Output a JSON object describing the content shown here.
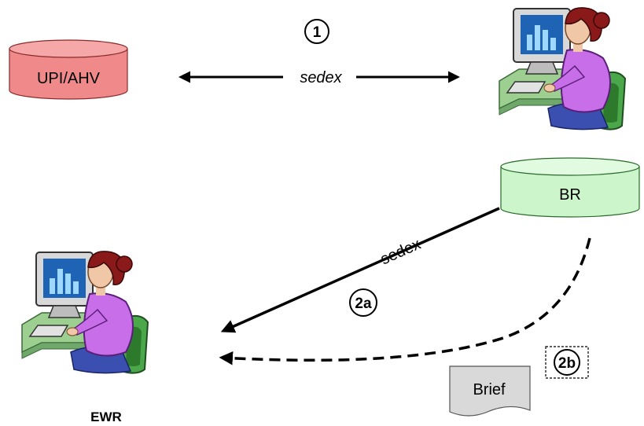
{
  "nodes": {
    "upi": {
      "label": "UPI/AHV",
      "fill": "#f08a8a"
    },
    "br": {
      "label": "BR",
      "fill": "#ccf5cc"
    },
    "ewr": {
      "label": "EWR"
    }
  },
  "connectors": {
    "top": {
      "label": "sedex",
      "step": "1"
    },
    "diagonal": {
      "label": "sedex",
      "step": "2a"
    },
    "dashed": {
      "step": "2b"
    }
  },
  "document": {
    "label": "Brief"
  }
}
